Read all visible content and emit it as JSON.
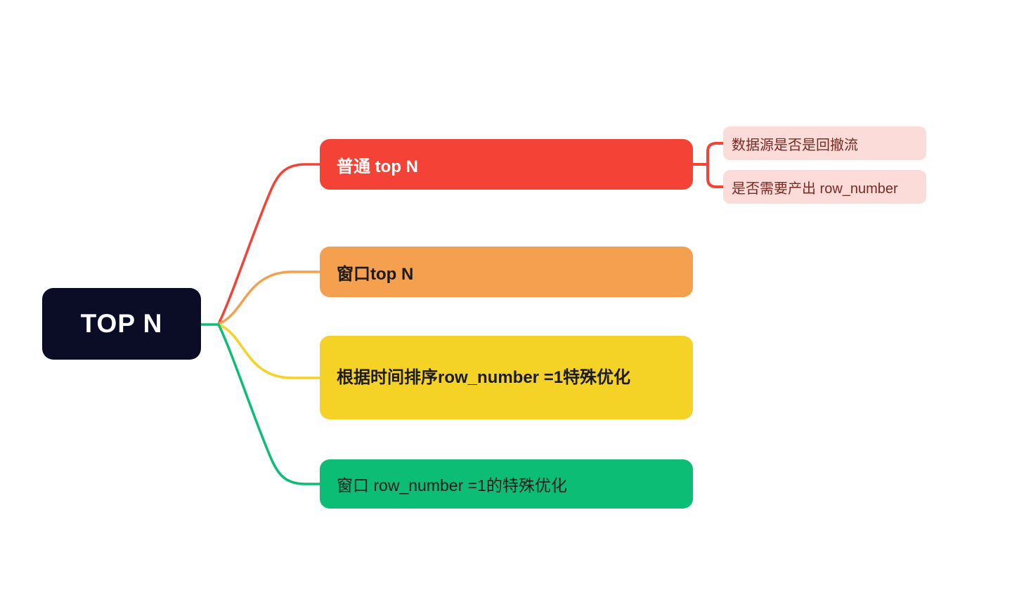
{
  "mindmap": {
    "type": "mindmap-diagram",
    "root": {
      "label": "TOP N",
      "bg_color": "#0b0d26",
      "text_color": "#ffffff"
    },
    "branches": [
      {
        "label": "普通 top N",
        "bg_color": "#f54236",
        "text_color": "#ffffff",
        "connector_color": "#f54236",
        "children": [
          {
            "label": "数据源是否是回撤流",
            "bg_color": "#fcdcd9",
            "text_color": "#7a2a22"
          },
          {
            "label": "是否需要产出 row_number",
            "bg_color": "#fcdcd9",
            "text_color": "#7a2a22"
          }
        ]
      },
      {
        "label": "窗口top N",
        "bg_color": "#f5a04f",
        "text_color": "#1b1b1b",
        "connector_color": "#f5a04f",
        "children": []
      },
      {
        "label": "根据时间排序row_number =1特殊优化",
        "bg_color": "#f4d226",
        "text_color": "#1b1b1b",
        "connector_color": "#f4d226",
        "children": []
      },
      {
        "label": "窗口 row_number =1的特殊优化",
        "bg_color": "#0cbd75",
        "text_color": "#1b1b1b",
        "connector_color": "#0cbd75",
        "children": []
      }
    ]
  }
}
